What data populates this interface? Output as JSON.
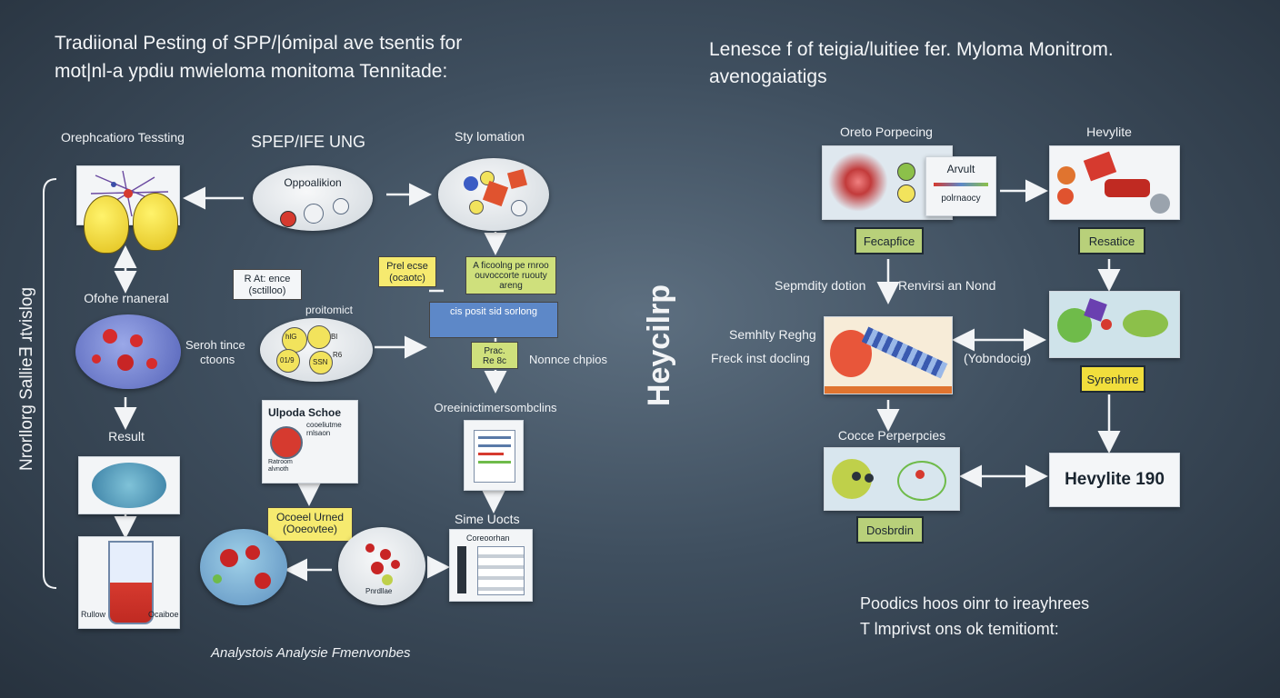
{
  "left": {
    "title_line1": "Tradiional  Pesting of SPP/|ómipal ave tsentis for",
    "title_line2": "mot|nl-a ypdiu  mwieloma monitoma Tennitade:",
    "side_label": "Nrorllorg  Sallie∃ ɹtvislog",
    "col1": {
      "top_label": "Orephcatioro Tessting",
      "mid_label": "Ofohe rnaneral",
      "result_label": "Result",
      "tube_left": "Rullow",
      "tube_right": "Ocaiboe"
    },
    "col2": {
      "header": "SPEP/IFE UNG",
      "oval_label": "Oppoalikion",
      "side_tag": "R At: ence (sctilloo)",
      "proteo_label": "proitomict",
      "oval2_codes": [
        "hlG",
        "Bl",
        "01/9",
        "R6",
        "SSN"
      ],
      "side_text": "Seroh tince",
      "side_text2": "ctoons",
      "card_title": "Ulpoda Schoe",
      "card_sub": "cooeliutme rnlsaon",
      "card_note": "Ratroom alvnoth",
      "yellow_tag": "Ocoeel Urned (Ooeovtee)",
      "bottom_right_small": "Pnrdllae"
    },
    "col3": {
      "header": "Sty lomation",
      "yellow_tag": "Prel ecse (ocaotc)",
      "green_tag": "A ficoolng pe rnroo ouvoccorte ruouty areng",
      "blue_tag": "cis posit sid sorlong",
      "small_green": "Prac. Re 8c",
      "side_text": "Nonnce chpios",
      "mid_label": "Oreeinictimersombclins",
      "bottom_label": "Sime Uocts",
      "chart_title": "Coreoorhan"
    },
    "footer": "Analystois Analysie Fmenvonbes"
  },
  "center_vertical": "Heycilrp",
  "right": {
    "title_line1": "Lenesce f of teigia/luitiee fer. Myloma Monitrom.",
    "title_line2": "avenogaiatigs",
    "a": {
      "label": "Oreto Porpecing",
      "inner_label": "Arvult",
      "inner_sub": "polrnaocy",
      "badge": "Fecapfice"
    },
    "b": {
      "label": "Hevylite",
      "badge": "Resatice"
    },
    "c": {
      "text1": "Sepmdity dotion",
      "text2": "Renvirsi an Nond",
      "left_text1": "Semhlty Reghg",
      "left_text2": "Freck inst docling",
      "right_text": "(Yobndocig)"
    },
    "d": {
      "badge": "Syrenhrre"
    },
    "e": {
      "label": "Cocce Perperpcies",
      "badge": "Dosbrdin"
    },
    "result_box": "Hevylite 190",
    "footer_line1": "Poodics hoos oinr to ireayhrees",
    "footer_line2": "T lmprivst ons ok  temitiomt:"
  },
  "colors": {
    "accent_yellow": "#f6ea6f",
    "accent_green": "#cfe07c",
    "accent_blue": "#5d88c8",
    "badge_green": "#b8d07a",
    "badge_yellow": "#f1de3c",
    "red": "#d63a2f"
  }
}
